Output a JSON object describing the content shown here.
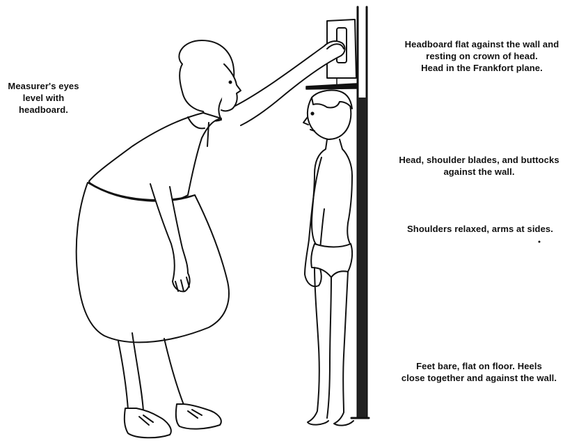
{
  "annotations": {
    "measurer": [
      "Measurer's eyes",
      "level with",
      "headboard."
    ],
    "headboard": [
      "Headboard flat against the wall and",
      "resting on crown of head.",
      "Head in the Frankfort plane."
    ],
    "contact": [
      "Head, shoulder blades, and buttocks",
      "against the wall."
    ],
    "shoulders": [
      "Shoulders relaxed, arms at sides."
    ],
    "feet": [
      "Feet bare, flat on floor. Heels",
      "close together and against the wall."
    ]
  },
  "colors": {
    "ink": "#111111",
    "paper": "#ffffff"
  },
  "icons": [
    "measurer-figure",
    "child-figure",
    "stadiometer-wall",
    "headboard"
  ]
}
